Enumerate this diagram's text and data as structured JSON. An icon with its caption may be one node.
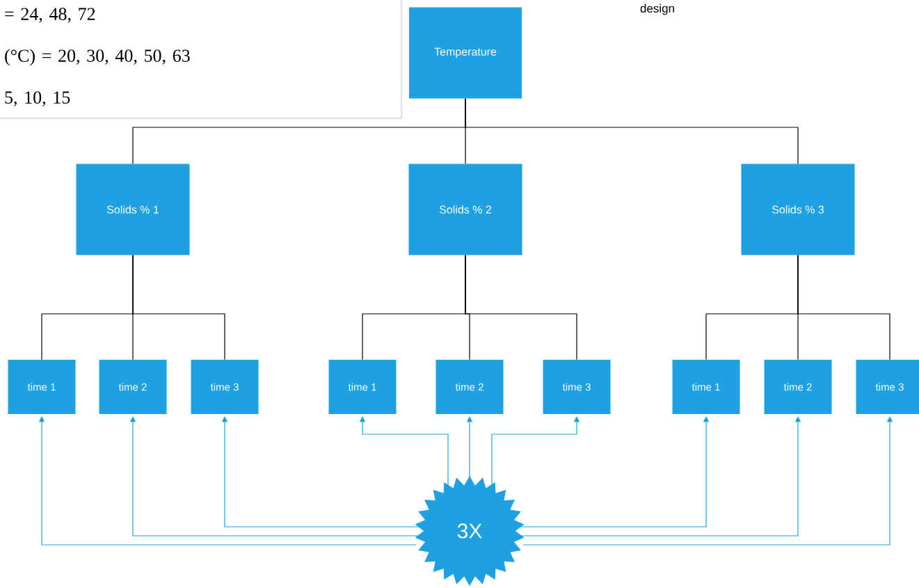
{
  "diagram": {
    "nodes": [
      {
        "text": [
          "= 24, 48, 72",
          "(°C) = 20, 30, 40, 50, 63",
          "5, 10, 15"
        ]
      },
      {
        "text": [
          "Temperature"
        ]
      },
      {
        "text": [
          "Solids % 1"
        ]
      },
      {
        "text": [
          "Solids % 2"
        ]
      },
      {
        "text": [
          "Solids % 3"
        ]
      },
      {
        "text": [
          "time 1"
        ]
      },
      {
        "text": [
          "time 2"
        ]
      },
      {
        "text": [
          "time 3"
        ]
      },
      {
        "text": [
          "time 1"
        ]
      },
      {
        "text": [
          "time 2"
        ]
      },
      {
        "text": [
          "time 3"
        ]
      },
      {
        "text": [
          "time 1"
        ]
      },
      {
        "text": [
          "time 2"
        ]
      },
      {
        "text": [
          "time 3"
        ]
      },
      {
        "text": [
          "3X"
        ]
      }
    ],
    "edges": [
      {
        "from": 1,
        "to": 2,
        "arrow": "none"
      },
      {
        "from": 1,
        "to": 3,
        "arrow": "none"
      },
      {
        "from": 1,
        "to": 4,
        "arrow": "none"
      },
      {
        "from": 2,
        "to": 5,
        "arrow": "none"
      },
      {
        "from": 2,
        "to": 6,
        "arrow": "none"
      },
      {
        "from": 2,
        "to": 7,
        "arrow": "none"
      },
      {
        "from": 3,
        "to": 8,
        "arrow": "none"
      },
      {
        "from": 3,
        "to": 9,
        "arrow": "none"
      },
      {
        "from": 3,
        "to": 10,
        "arrow": "none"
      },
      {
        "from": 4,
        "to": 11,
        "arrow": "none"
      },
      {
        "from": 4,
        "to": 12,
        "arrow": "none"
      },
      {
        "from": 4,
        "to": 13,
        "arrow": "none"
      },
      {
        "from": 14,
        "to": 5,
        "arrow": "to",
        "color": "#1ba1e2"
      },
      {
        "from": 14,
        "to": 6,
        "arrow": "to",
        "color": "#1ba1e2"
      },
      {
        "from": 14,
        "to": 7,
        "arrow": "to",
        "color": "#1ba1e2"
      },
      {
        "from": 14,
        "to": 8,
        "arrow": "to",
        "color": "#1ba1e2"
      },
      {
        "from": 14,
        "to": 9,
        "arrow": "to",
        "color": "#1ba1e2"
      },
      {
        "from": 14,
        "to": 10,
        "arrow": "to",
        "color": "#1ba1e2"
      },
      {
        "from": 14,
        "to": 11,
        "arrow": "to",
        "color": "#1ba1e2"
      },
      {
        "from": 14,
        "to": 12,
        "arrow": "to",
        "color": "#1ba1e2"
      },
      {
        "from": 14,
        "to": 13,
        "arrow": "to",
        "color": "#1ba1e2"
      }
    ],
    "labels": [
      "design"
    ]
  }
}
